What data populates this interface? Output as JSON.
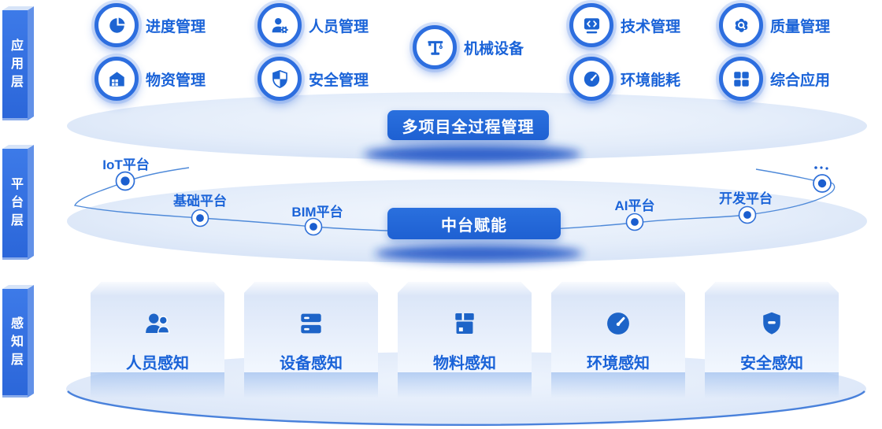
{
  "app_layer": {
    "tab": "应用层",
    "modules": [
      {
        "label": "进度管理",
        "icon": "pie-chart-icon"
      },
      {
        "label": "人员管理",
        "icon": "person-gear-icon"
      },
      {
        "label": "机械设备",
        "icon": "tower-crane-icon"
      },
      {
        "label": "技术管理",
        "icon": "code-window-icon"
      },
      {
        "label": "质量管理",
        "icon": "gear-magnifier-icon"
      },
      {
        "label": "物资管理",
        "icon": "warehouse-icon"
      },
      {
        "label": "安全管理",
        "icon": "shield-check-icon"
      },
      {
        "label": "环境能耗",
        "icon": "gauge-icon"
      },
      {
        "label": "综合应用",
        "icon": "app-grid-icon"
      }
    ],
    "button": "多项目全过程管理"
  },
  "platform_layer": {
    "tab": "平台层",
    "platforms": [
      "IoT平台",
      "基础平台",
      "BIM平台",
      "AI平台",
      "开发平台"
    ],
    "more_indicator": "...",
    "button": "中台赋能"
  },
  "perception_layer": {
    "tab": "感知层",
    "cards": [
      {
        "label": "人员感知",
        "icon": "people-icon"
      },
      {
        "label": "设备感知",
        "icon": "equipment-icon"
      },
      {
        "label": "物料感知",
        "icon": "material-box-icon"
      },
      {
        "label": "环境感知",
        "icon": "gauge-icon"
      },
      {
        "label": "安全感知",
        "icon": "shield-minus-icon"
      }
    ]
  },
  "colors": {
    "primary_blue": "#2267d6",
    "icon_blue": "#1d64d2",
    "label_blue": "#1a63d8",
    "tab_blue": "#2f6fe0",
    "ellipse_fill": "#dde8f8",
    "shadow_blue": "#1d5bd0"
  }
}
